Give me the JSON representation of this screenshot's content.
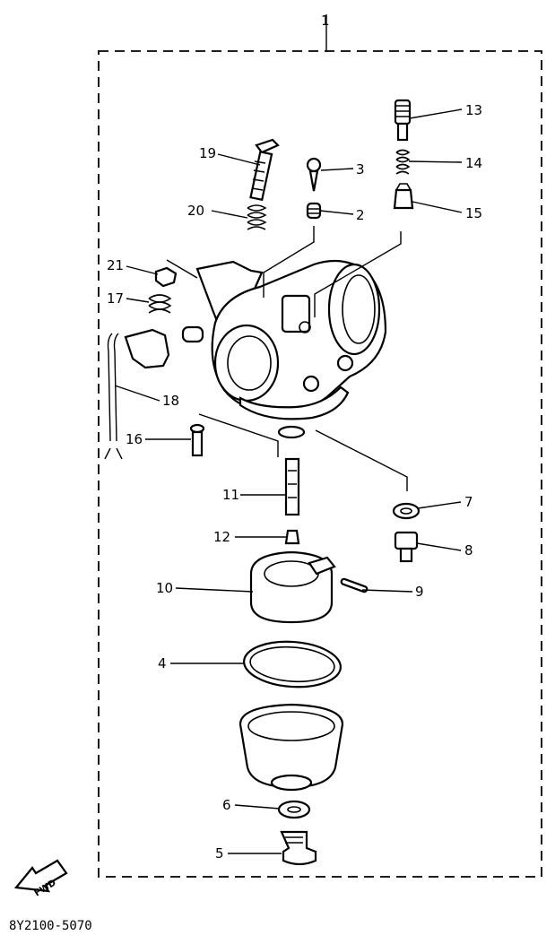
{
  "diagram": {
    "assembly_number": "1",
    "part_code": "8Y2100-5070",
    "fwd_label": "FWD",
    "parts": [
      {
        "id": "p19",
        "number": "19"
      },
      {
        "id": "p20",
        "number": "20"
      },
      {
        "id": "p3",
        "number": "3"
      },
      {
        "id": "p2",
        "number": "2"
      },
      {
        "id": "p13",
        "number": "13"
      },
      {
        "id": "p14",
        "number": "14"
      },
      {
        "id": "p15",
        "number": "15"
      },
      {
        "id": "p21",
        "number": "21"
      },
      {
        "id": "p17",
        "number": "17"
      },
      {
        "id": "p18",
        "number": "18"
      },
      {
        "id": "p16",
        "number": "16"
      },
      {
        "id": "p11",
        "number": "11"
      },
      {
        "id": "p12",
        "number": "12"
      },
      {
        "id": "p7",
        "number": "7"
      },
      {
        "id": "p8",
        "number": "8"
      },
      {
        "id": "p10",
        "number": "10"
      },
      {
        "id": "p9",
        "number": "9"
      },
      {
        "id": "p4",
        "number": "4"
      },
      {
        "id": "p6",
        "number": "6"
      },
      {
        "id": "p5",
        "number": "5"
      }
    ]
  }
}
